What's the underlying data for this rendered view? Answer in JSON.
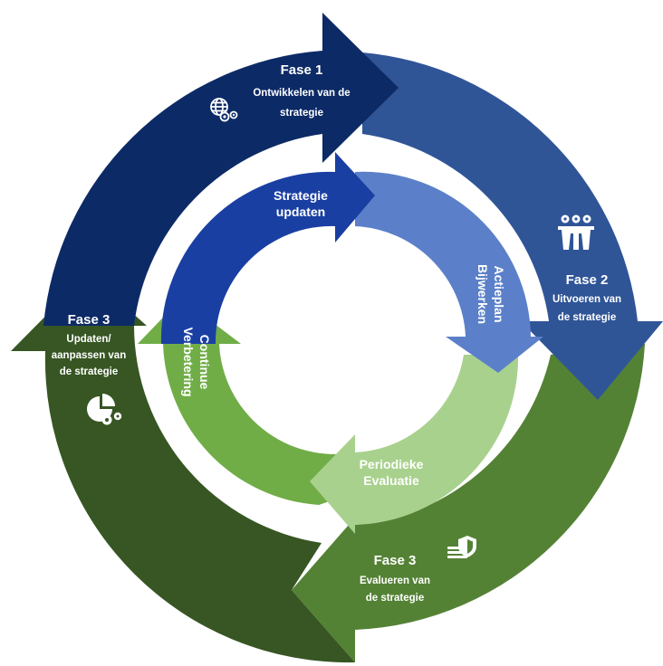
{
  "colors": {
    "outer_phase1": "#0c2a66",
    "outer_phase2": "#2f5597",
    "outer_phase3_eval": "#548235",
    "outer_phase3_update": "#375623",
    "inner_strategy": "#1a3fa3",
    "inner_action": "#5b80c9",
    "inner_evaluation": "#a9d18e",
    "inner_improvement": "#70ad47",
    "text": "#ffffff"
  },
  "outer": {
    "phase1": {
      "title": "Fase   1",
      "line1": "Ontwikkelen  van de",
      "line2": "strategie",
      "icon": "globe-gears-icon"
    },
    "phase2": {
      "title": "Fase   2",
      "line1": "Uitvoeren   van",
      "line2": "de  strategie",
      "icon": "team-gears-icon"
    },
    "phase3_eval": {
      "title": "Fase   3",
      "line1": "Evalueren  van",
      "line2": "de strategie",
      "icon": "shield-layers-icon"
    },
    "phase3_update": {
      "title": "Fase   3",
      "line1": "Updaten/",
      "line2": "aanpassen van",
      "line3": "de strategie",
      "icon": "pie-gears-icon"
    }
  },
  "inner": {
    "strategy": {
      "line1": "Strategie",
      "line2": "updaten"
    },
    "action": {
      "line1": "Actieplan",
      "line2": "Bijwerken"
    },
    "evaluation": {
      "line1": "Periodieke",
      "line2": "Evaluatie"
    },
    "improvement": {
      "line1": "Continue",
      "line2": "Verbetering"
    }
  }
}
